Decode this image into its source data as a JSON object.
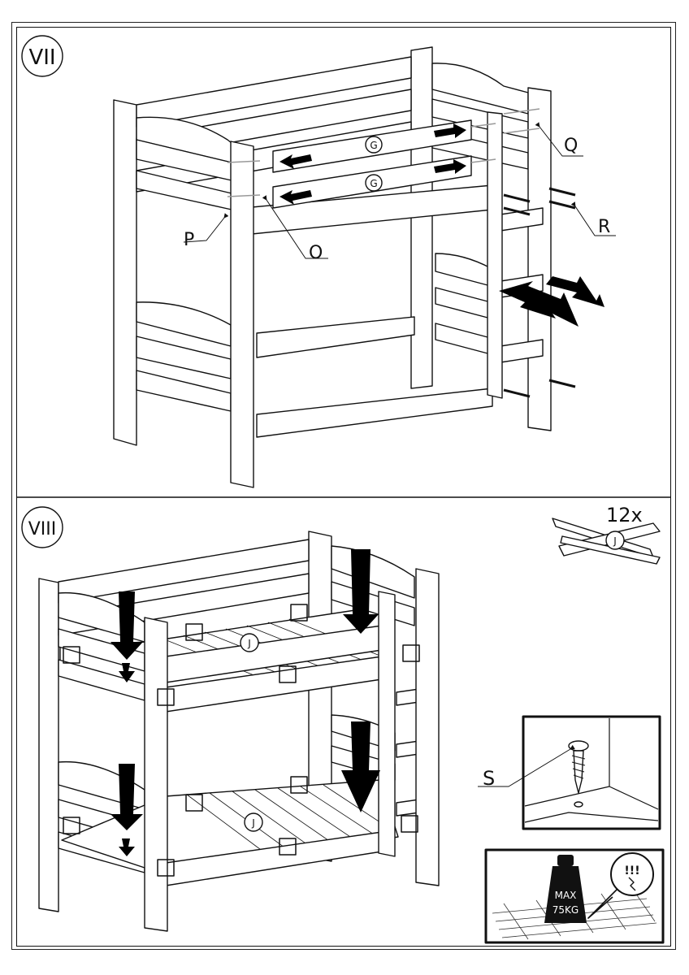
{
  "steps": {
    "step7": {
      "number": "VII"
    },
    "step8": {
      "number": "VIII"
    }
  },
  "parts": {
    "g_upper": "G",
    "g_lower": "G",
    "p": "P",
    "o": "O",
    "q": "Q",
    "r": "R",
    "j_top": "J",
    "j_bottom": "J",
    "j_slat": "J",
    "s": "S"
  },
  "slat_count": "12x",
  "weight": {
    "line1": "MAX",
    "line2": "75KG"
  },
  "warning_symbol": "!!!",
  "colors": {
    "line": "#111111",
    "fill": "#ffffff",
    "arrow": "#000000",
    "weight": "#111111"
  }
}
